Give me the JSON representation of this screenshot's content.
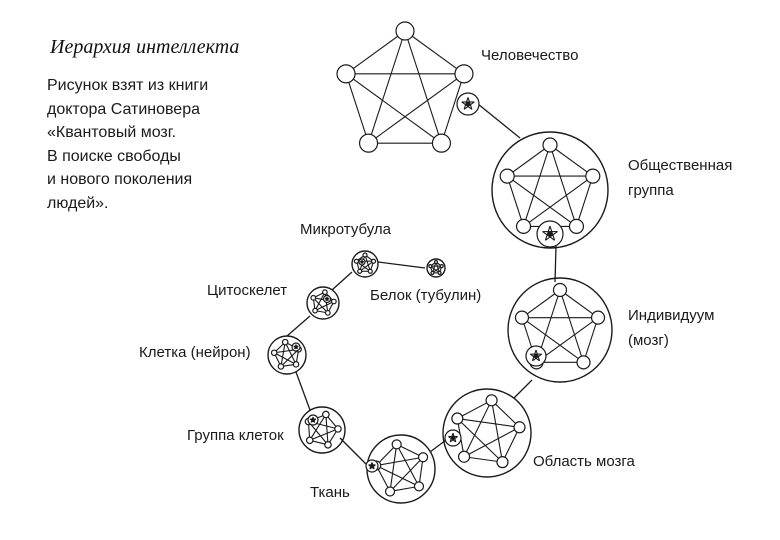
{
  "title": "Иерархия интеллекта",
  "caption": [
    "Рисунок взят из книги",
    "доктора Сатиновера",
    "«Квантовый мозг.",
    "В поиске свободы",
    "и нового поколения",
    "людей»."
  ],
  "levels": [
    {
      "label": [
        "Человечество"
      ]
    },
    {
      "label": [
        "Общественная",
        "группа"
      ]
    },
    {
      "label": [
        "Индивидуум",
        "(мозг)"
      ]
    },
    {
      "label": [
        "Область мозга"
      ]
    },
    {
      "label": [
        "Ткань"
      ]
    },
    {
      "label": [
        "Группа клеток"
      ]
    },
    {
      "label": [
        "Клетка (нейрон)"
      ]
    },
    {
      "label": [
        "Цитоскелет"
      ]
    },
    {
      "label": [
        "Микротубула"
      ]
    },
    {
      "label": [
        "Белок (тубулин)"
      ]
    }
  ]
}
